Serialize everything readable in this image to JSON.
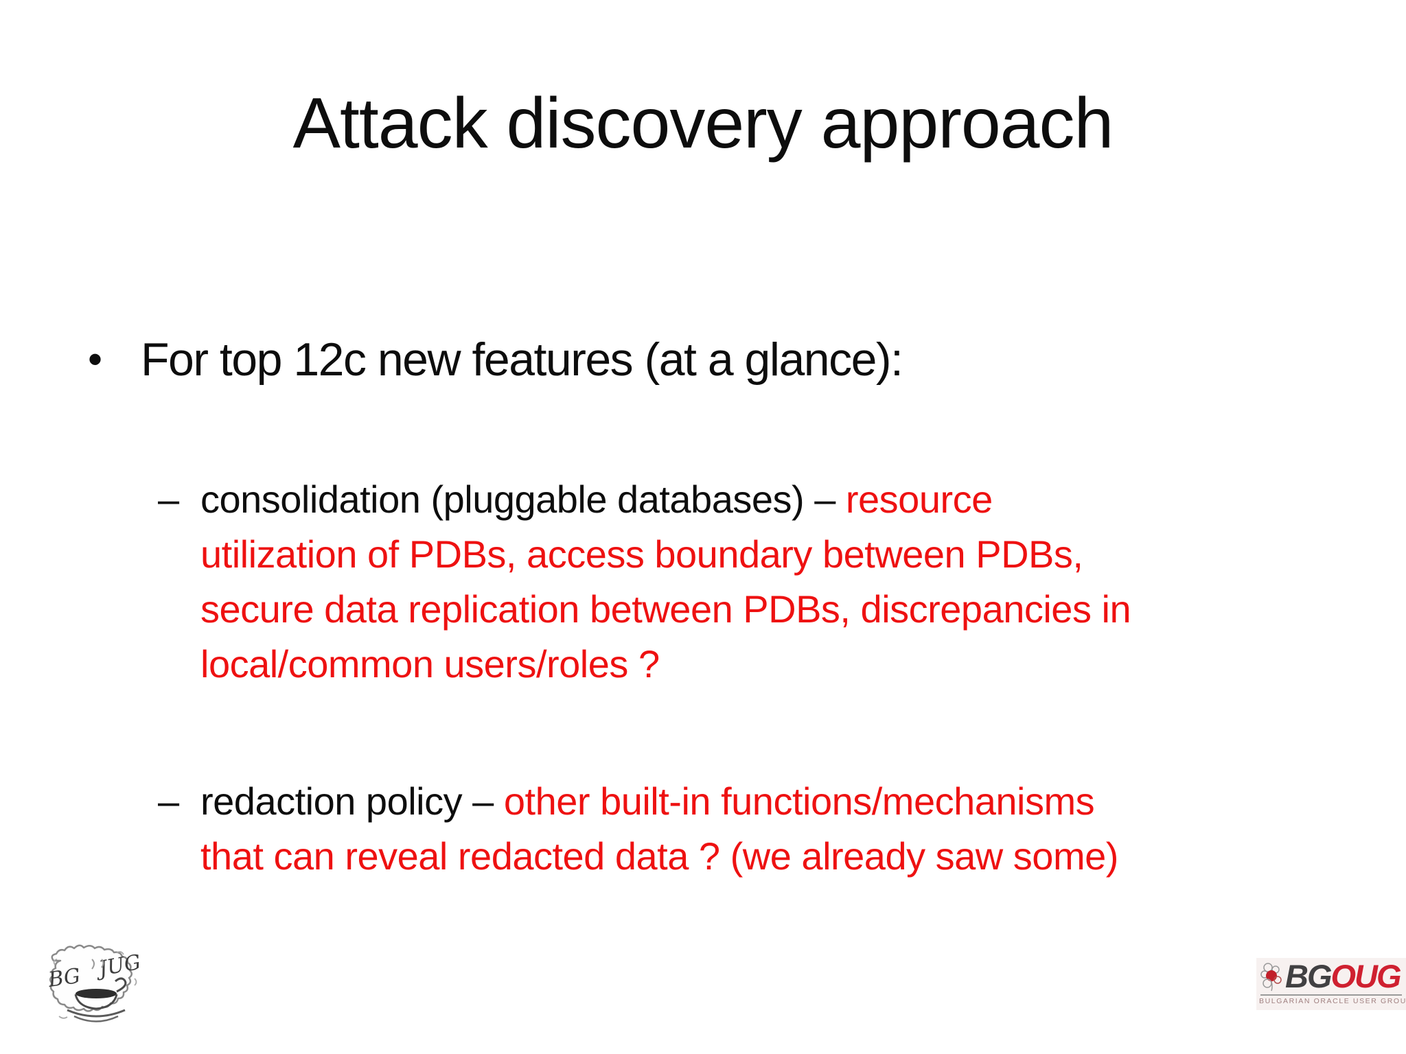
{
  "colors": {
    "accent_red": "#ee1111",
    "text_black": "#0d0d0d",
    "bgoug_red": "#cf2030",
    "bgoug_gray": "#414042",
    "bgoug_bg": "#f7f1f0",
    "bgoug_tagline": "#a08080"
  },
  "slide": {
    "title": "Attack discovery approach",
    "bullet": {
      "marker": "•",
      "text": "For top 12c new features (at a glance):"
    },
    "sub_bullets": [
      {
        "marker": "–",
        "lines": [
          {
            "segments": [
              {
                "text": "consolidation (pluggable databases) – ",
                "color": "black"
              },
              {
                "text": "resource",
                "color": "red"
              }
            ]
          },
          {
            "segments": [
              {
                "text": "utilization of PDBs, access boundary between PDBs,",
                "color": "red"
              }
            ]
          },
          {
            "segments": [
              {
                "text": "secure data replication between PDBs, discrepancies in",
                "color": "red"
              }
            ]
          },
          {
            "segments": [
              {
                "text": "local/common users/roles ?",
                "color": "red"
              }
            ]
          }
        ]
      },
      {
        "marker": "–",
        "lines": [
          {
            "segments": [
              {
                "text": "redaction policy – ",
                "color": "black"
              },
              {
                "text": "other built-in functions/mechanisms",
                "color": "red"
              }
            ]
          },
          {
            "segments": [
              {
                "text": "that can reveal redacted data ? (we already saw some)",
                "color": "red"
              }
            ]
          }
        ]
      }
    ],
    "logos": {
      "bgjug": {
        "label_left": "BG",
        "label_right": "JUG"
      },
      "bgoug": {
        "name_prefix": "BG",
        "name_suffix": "OUG",
        "tagline": "BULGARIAN ORACLE USER GROUP"
      }
    }
  }
}
